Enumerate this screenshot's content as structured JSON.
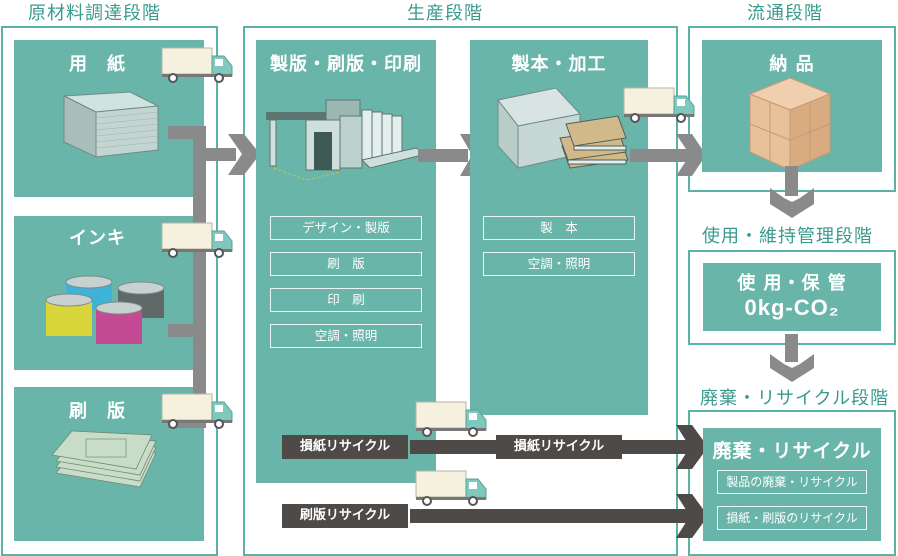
{
  "stages": {
    "raw_materials": {
      "title": "原材料調達段階",
      "items": [
        {
          "label": "用　紙",
          "illustration": "paper-stack-icon"
        },
        {
          "label": "インキ",
          "illustration": "ink-cans-icon"
        },
        {
          "label": "刷　版",
          "illustration": "printing-plates-icon"
        }
      ]
    },
    "production": {
      "title": "生産段階",
      "printing": {
        "title": "製版・刷版・印刷",
        "illustration": "printing-press-icon",
        "items": [
          "デザイン・製版",
          "刷　版",
          "印　刷",
          "空調・照明"
        ]
      },
      "binding": {
        "title": "製本・加工",
        "illustration": "bound-books-icon",
        "items": [
          "製　本",
          "空調・照明"
        ]
      },
      "recycle": {
        "waste_paper_label": "損紙リサイクル",
        "waste_paper_label_2": "損紙リサイクル",
        "plate_label": "刷版リサイクル"
      }
    },
    "distribution": {
      "title": "流通段階",
      "panel_title": "納 品",
      "illustration": "cardboard-boxes-icon"
    },
    "use": {
      "title": "使用・維持管理段階",
      "panel_title": "使 用・保 管",
      "emission": "0kg-CO₂"
    },
    "disposal": {
      "title": "廃棄・リサイクル段階",
      "panel_title": "廃棄・リサイクル",
      "items": [
        "製品の廃棄・リサイクル",
        "損紙・刷版のリサイクル"
      ]
    }
  },
  "colors": {
    "teal_panel": "#69b5aa",
    "teal_border": "#5bb3a6",
    "teal_text": "#3a9a8e",
    "gray_arrow": "#8a8a8a",
    "dark_arrow": "#4e4a48"
  }
}
